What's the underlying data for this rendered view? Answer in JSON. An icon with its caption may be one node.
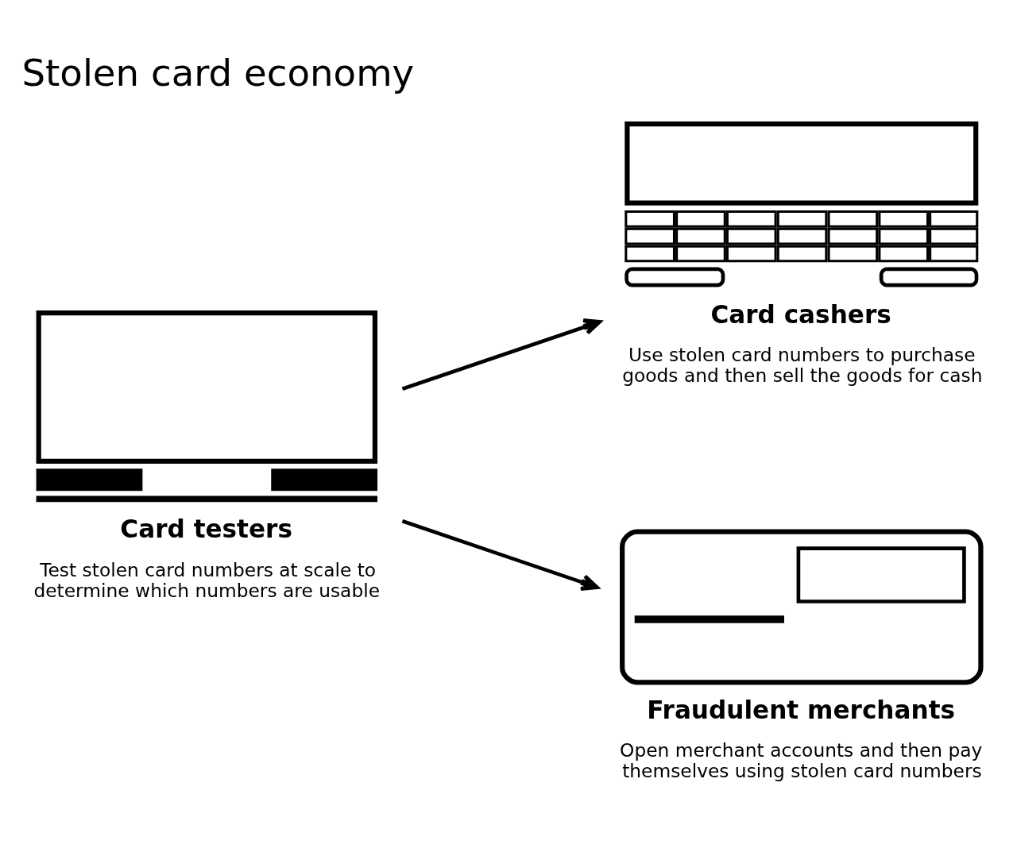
{
  "diagram": {
    "title": "Stolen card economy",
    "nodes": [
      {
        "text": [
          "Card testers",
          "Test stolen card numbers at scale to determine which numbers are usable"
        ]
      },
      {
        "text": [
          "Card cashers",
          "Use stolen card numbers to purchase goods and then sell the goods for cash"
        ]
      },
      {
        "text": [
          "Fraudulent merchants",
          "Open merchant accounts and then pay themselves using stolen card numbers"
        ]
      }
    ],
    "edges": [
      {
        "from": 0,
        "to": 1,
        "arrow": "to"
      },
      {
        "from": 0,
        "to": 2,
        "arrow": "to"
      }
    ]
  }
}
